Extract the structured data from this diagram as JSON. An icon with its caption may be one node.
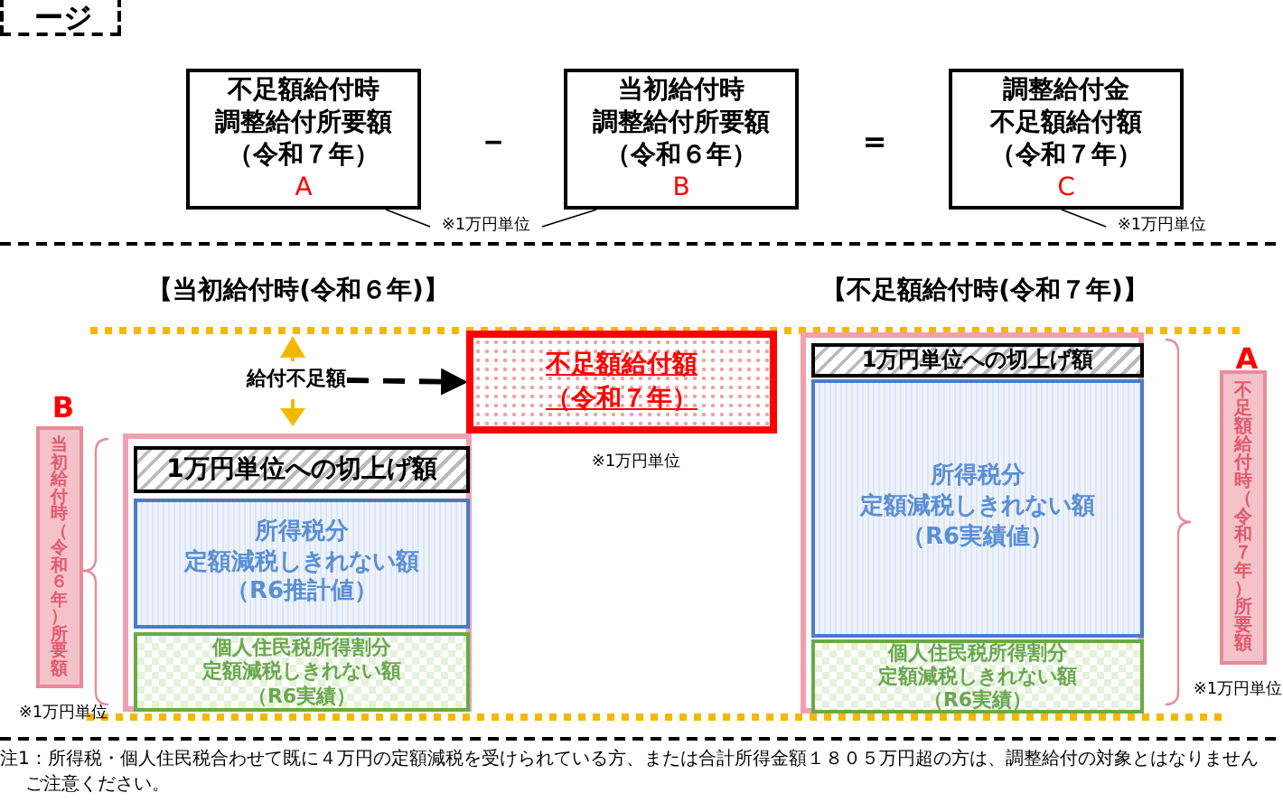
{
  "diagram": {
    "nodes": [
      {
        "text": [
          "不足額給付時調整給付所要額（令和７年）",
          "A"
        ]
      },
      {
        "text": [
          "当初給付時調整給付所要額（令和６年）",
          "B"
        ]
      },
      {
        "text": [
          "調整給付金不足額給付額（令和７年）",
          "C"
        ]
      },
      {
        "text": [
          "※1万円単位"
        ]
      },
      {
        "text": [
          "※1万円単位"
        ]
      },
      {
        "text": [],
        "shape": "box"
      },
      {
        "text": [
          "1万円単位への切上げ額"
        ],
        "in": 5
      },
      {
        "text": [
          "所得税分定額減税しきれない額（R6推計値）"
        ],
        "in": 5
      },
      {
        "text": [
          "個人住民税所得割分定額減税しきれない額（R6実績）"
        ],
        "in": 5
      },
      {
        "text": [
          "不足額給付額（令和７年）"
        ],
        "beside": [
          "※1万円単位"
        ]
      },
      {
        "text": [],
        "shape": "box"
      },
      {
        "text": [
          "1万円単位への切上げ額"
        ],
        "in": 10
      },
      {
        "text": [
          "所得税分定額減税しきれない額（R6実績値）"
        ],
        "in": 10
      },
      {
        "text": [
          "個人住民税所得割分定額減税しきれない額（R6実績）"
        ],
        "in": 10
      },
      {
        "text": [
          "当初給付時（令和６年）所要額"
        ],
        "beside": [
          "B",
          "※1万円単位"
        ]
      },
      {
        "text": [
          "不足額給付時（令和７年）所要額"
        ],
        "beside": [
          "A",
          "※1万円単位"
        ]
      },
      {
        "text": [
          "給付不足額"
        ]
      }
    ],
    "edges": [
      {
        "from": 0,
        "to": 3,
        "arrow": "none"
      },
      {
        "from": 1,
        "to": 3,
        "arrow": "none"
      },
      {
        "from": 2,
        "to": 4,
        "arrow": "none"
      },
      {
        "from": 16,
        "to": 9,
        "arrow": "to",
        "style": "dashed"
      }
    ],
    "labels": [
      "ージ",
      "－",
      "＝",
      "【当初給付時(令和６年)】",
      "【不足額給付時(令和７年)】",
      "注1：所得税・個人住民税合わせて既に４万円の定額減税を受けられている方、または合計所得金額１８０５万円超の方は、調整給付の対象とはなりません",
      "ご注意ください。"
    ]
  }
}
